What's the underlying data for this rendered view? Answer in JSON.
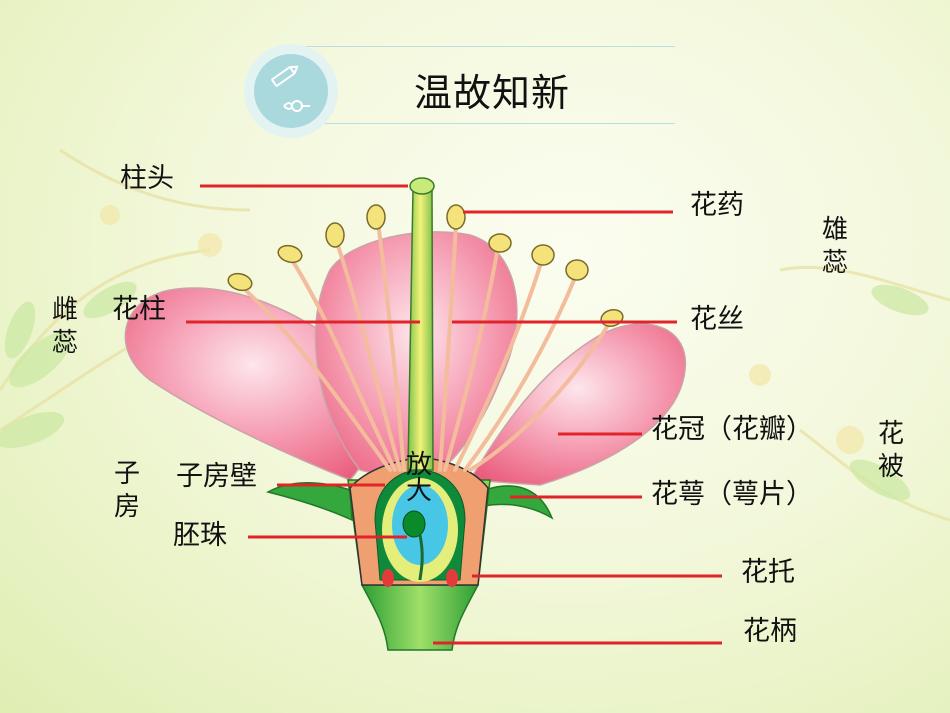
{
  "title": "温故知新",
  "labels": {
    "stigma": "柱头",
    "style": "花柱",
    "anther": "花药",
    "filament": "花丝",
    "corolla": "花冠（花瓣）",
    "calyx": "花萼（萼片）",
    "receptacle": "花托",
    "pedicel": "花柄",
    "ovary_wall": "子房壁",
    "ovule": "胚珠"
  },
  "group_labels": {
    "pistil": [
      "雌",
      "蕊"
    ],
    "stamen": [
      "雄",
      "蕊"
    ],
    "perianth": [
      "花",
      "被"
    ],
    "ovary": [
      "子",
      "房"
    ],
    "magnify": [
      "放",
      "大"
    ]
  },
  "colors": {
    "leader_line": "#e0242a",
    "petal": "#f27f99",
    "petal_light": "#fbd0dc",
    "sepal": "#33a93c",
    "filament": "#f6c2a0",
    "anther": "#f3e27a",
    "title_circle": "#a9d8dd"
  },
  "icons": [
    "pencil-icon",
    "pen-nib-icon"
  ]
}
